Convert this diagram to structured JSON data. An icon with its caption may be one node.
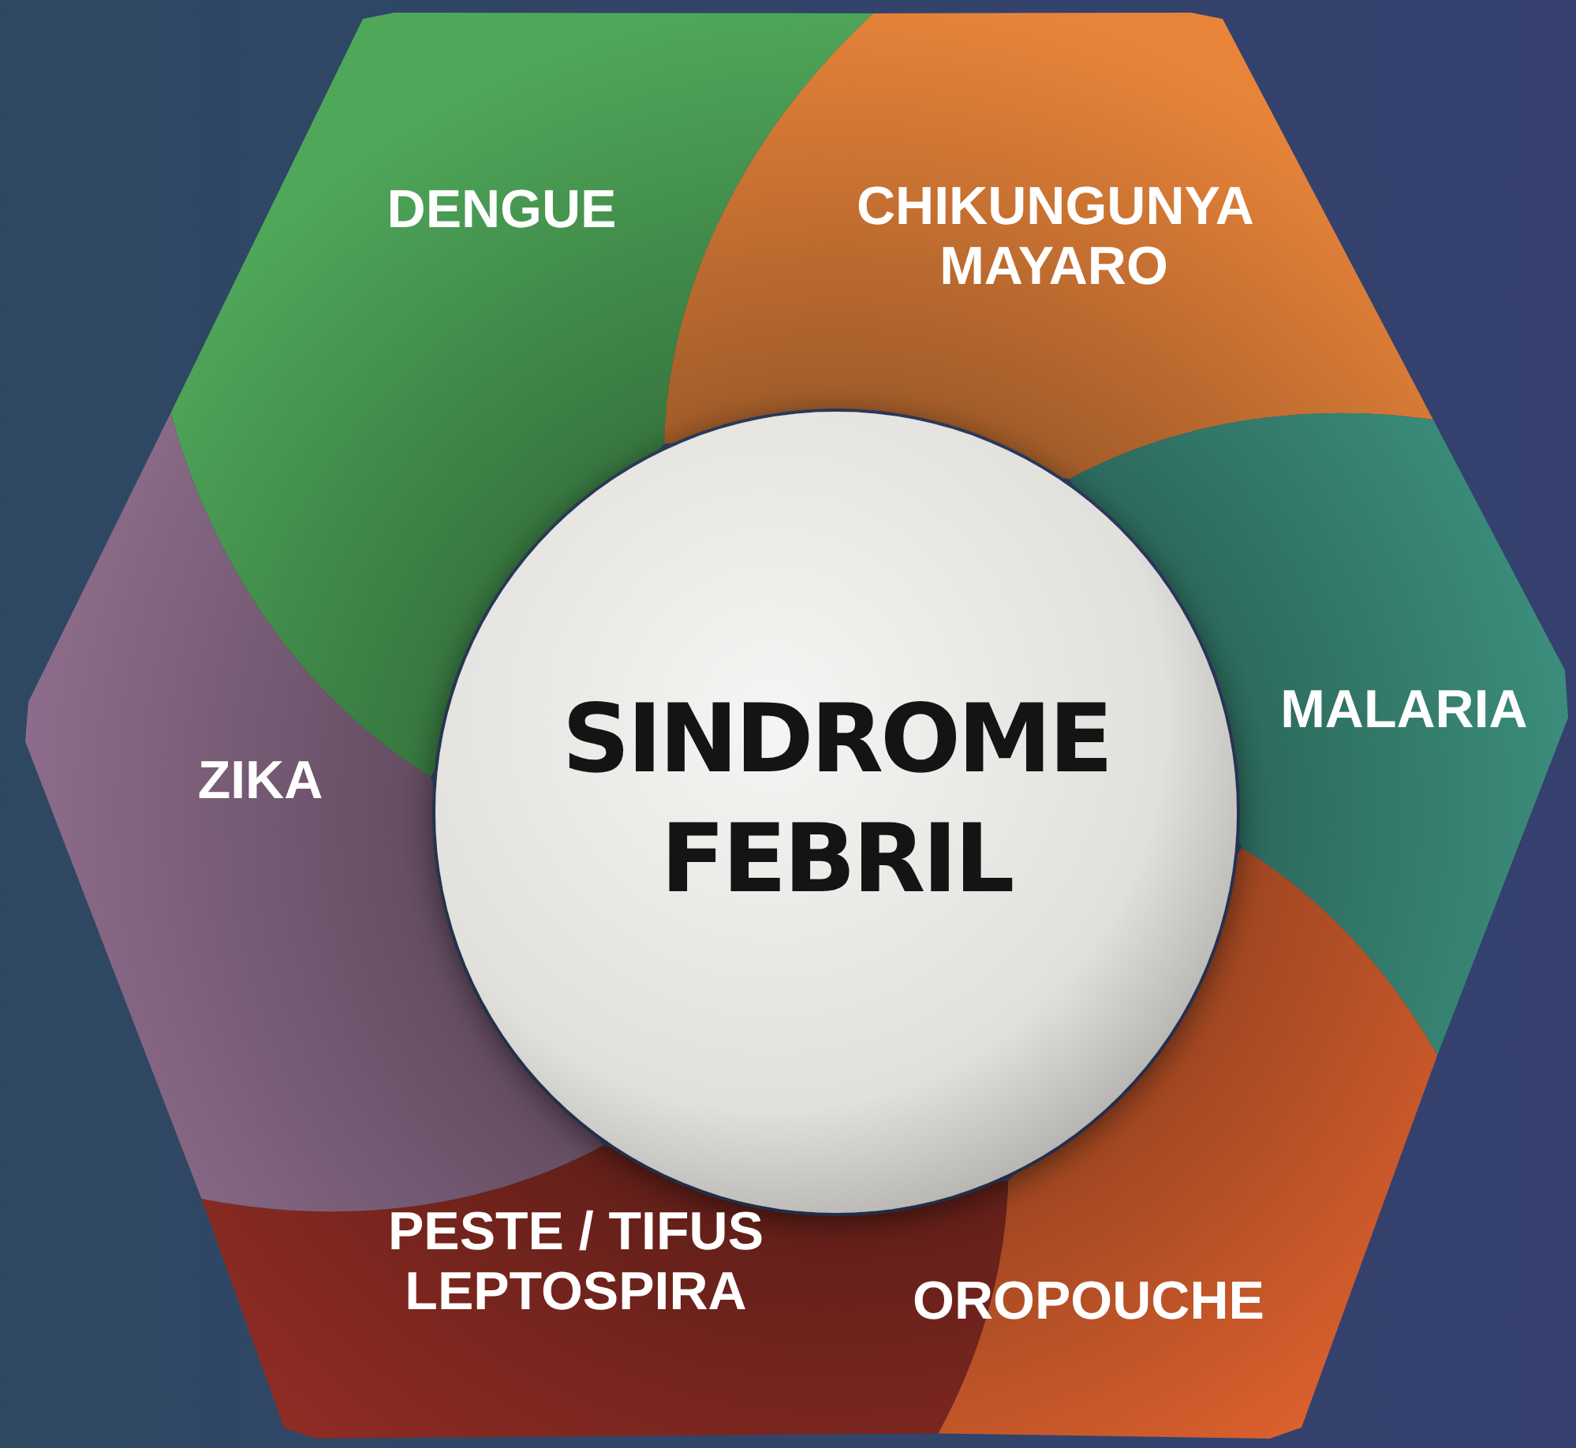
{
  "diagram": {
    "nodes": [
      {
        "text": [
          "SINDROME FEBRIL"
        ]
      },
      {
        "text": [
          "DENGUE"
        ]
      },
      {
        "text": [
          "CHIKUNGUNYA MAYARO"
        ]
      },
      {
        "text": [
          "MALARIA"
        ]
      },
      {
        "text": [
          "OROPOUCHE"
        ]
      },
      {
        "text": [
          "PESTE / TIFUS LEPTOSPIRA"
        ]
      },
      {
        "text": [
          "ZIKA"
        ]
      }
    ]
  }
}
